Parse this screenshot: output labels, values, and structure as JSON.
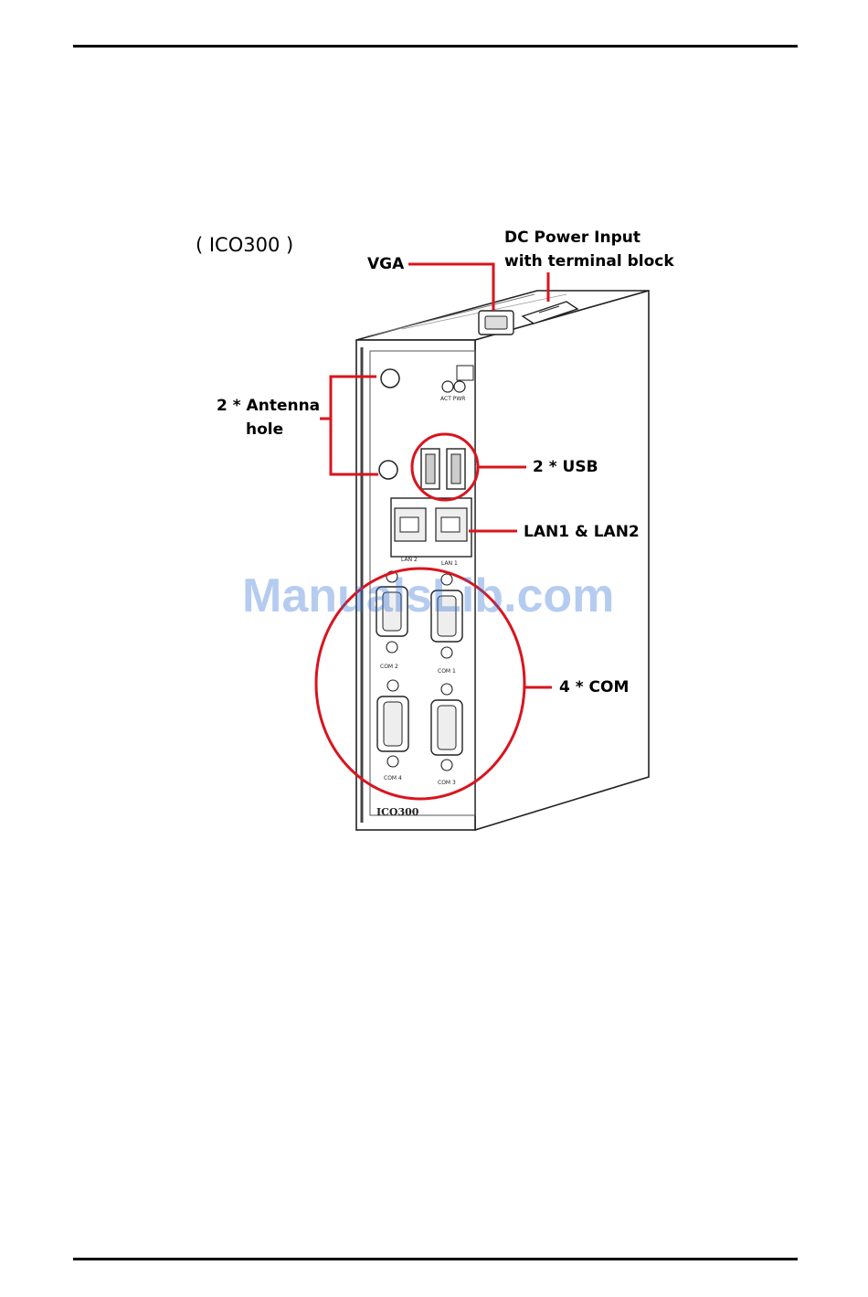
{
  "model_caption": "( ICO300 )",
  "callouts": {
    "vga": "VGA",
    "dc_power_line1": "DC Power Input",
    "dc_power_line2": "with terminal block",
    "antenna_line1": "2 * Antenna",
    "antenna_line2": "hole",
    "usb": "2 * USB",
    "lan": "LAN1 & LAN2",
    "com": "4 * COM"
  },
  "device_labels": {
    "led": "ACT PWR",
    "lan2": "LAN 2",
    "lan1": "LAN 1",
    "com2": "COM 2",
    "com1": "COM 1",
    "com4": "COM 4",
    "com3": "COM 3",
    "brand": "ICO300"
  },
  "watermark": "ManualsLib.com",
  "colors": {
    "callout": "#d9141e",
    "line": "#222222",
    "watermark": "#2f6fd6"
  }
}
